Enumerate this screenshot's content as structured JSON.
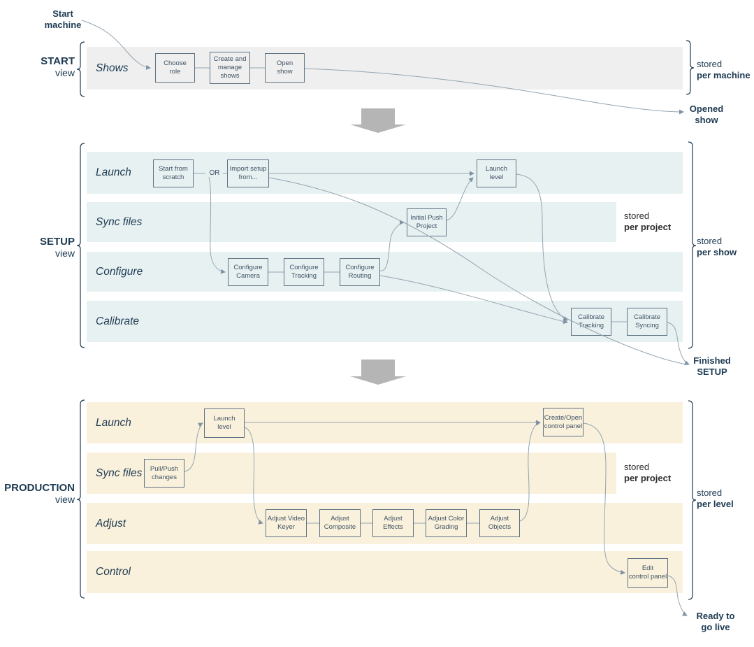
{
  "colors": {
    "navy_text": "#1d3a52",
    "start_lane_bg": "#efefef",
    "setup_lane_bg": "#e7f1f2",
    "production_lane_bg": "#faf1dc",
    "box_border": "#5e7283",
    "connector": "#93a5b1",
    "block_arrow": "#b5b5b5"
  },
  "annotations": {
    "start_machine": "Start\nmachine",
    "opened_show": "Opened\nshow",
    "finished_setup": "Finished\nSETUP",
    "ready_go_live": "Ready to\ngo live",
    "or_label": "OR"
  },
  "start_view": {
    "title": "START",
    "subtitle": "view",
    "lanes": [
      "Shows"
    ],
    "boxes": {
      "choose_role": "Choose\nrole",
      "create_manage": "Create and\nmanage\nshows",
      "open_show": "Open\nshow"
    },
    "stored_note": {
      "light": "stored",
      "bold": "per machine"
    }
  },
  "setup_view": {
    "title": "SETUP",
    "subtitle": "view",
    "lanes": [
      "Launch",
      "Sync files",
      "Configure",
      "Calibrate"
    ],
    "boxes": {
      "start_scratch": "Start from\nscratch",
      "import_setup": "Import setup\nfrom...",
      "launch_level": "Launch\nlevel",
      "initial_push": "Initial Push\nProject",
      "configure_camera": "Configure\nCamera",
      "configure_tracking": "Configure\nTracking",
      "configure_routing": "Configure\nRouting",
      "calibrate_tracking": "Calibrate\nTracking",
      "calibrate_syncing": "Calibrate\nSyncing"
    },
    "stored_note_lane": {
      "light": "stored",
      "bold": "per project"
    },
    "stored_note": {
      "light": "stored",
      "bold": "per show"
    }
  },
  "production_view": {
    "title": "PRODUCTION",
    "subtitle": "view",
    "lanes": [
      "Launch",
      "Sync files",
      "Adjust",
      "Control"
    ],
    "boxes": {
      "launch_level": "Launch\nlevel",
      "pull_push": "Pull/Push\nchanges",
      "adjust_video_keyer": "Adjust Video\nKeyer",
      "adjust_composite": "Adjust\nComposite",
      "adjust_effects": "Adjust\nEffects",
      "adjust_color_grading": "Adjust Color\nGrading",
      "adjust_objects": "Adjust\nObjects",
      "create_open_panel": "Create/Open\ncontrol panel",
      "edit_panel": "Edit\ncontrol panel"
    },
    "stored_note_lane": {
      "light": "stored",
      "bold": "per project"
    },
    "stored_note": {
      "light": "stored",
      "bold": "per level"
    }
  }
}
